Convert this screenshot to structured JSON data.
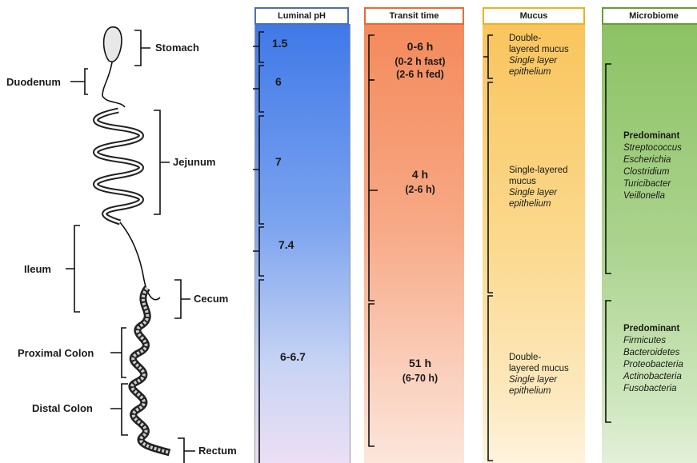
{
  "anatomy": {
    "stomach": "Stomach",
    "duodenum": "Duodenum",
    "jejunum": "Jejunum",
    "ileum": "Ileum",
    "cecum": "Cecum",
    "proximal_colon": "Proximal Colon",
    "distal_colon": "Distal Colon",
    "rectum": "Rectum"
  },
  "columns": {
    "ph": {
      "header": "Luminal pH",
      "color": "#4a7fe6",
      "values": [
        "1.5",
        "6",
        "7",
        "7.4",
        "6-6.7"
      ]
    },
    "transit": {
      "header": "Transit time",
      "color": "#f08050",
      "blocks": [
        {
          "main": "0-6 h",
          "sub1": "(0-2 h fast)",
          "sub2": "(2-6 h fed)"
        },
        {
          "main": "4 h",
          "sub1": "(2-6 h)"
        },
        {
          "main": "51 h",
          "sub1": "(6-70 h)"
        }
      ]
    },
    "mucus": {
      "header": "Mucus",
      "color": "#f5b942",
      "blocks": [
        {
          "line1": "Double-",
          "line2": "layered mucus",
          "line3": "Single layer",
          "line4": "epithelium"
        },
        {
          "line1": "Single-layered",
          "line2": "mucus",
          "line3": "Single layer",
          "line4": "epithelium"
        },
        {
          "line1": "Double-",
          "line2": "layered mucus",
          "line3": "Single layer",
          "line4": "epithelium"
        }
      ]
    },
    "microbiome": {
      "header": "Microbiome",
      "color": "#7ab648",
      "blocks": [
        {
          "title": "Predominant",
          "taxa": [
            "Streptococcus",
            "Escherichia",
            "Clostridium",
            "Turicibacter",
            "Veillonella"
          ]
        },
        {
          "title": "Predominant",
          "taxa": [
            "Firmicutes",
            "Bacteroidetes",
            "Proteobacteria",
            "Actinobacteria",
            "Fusobacteria"
          ]
        }
      ]
    }
  }
}
